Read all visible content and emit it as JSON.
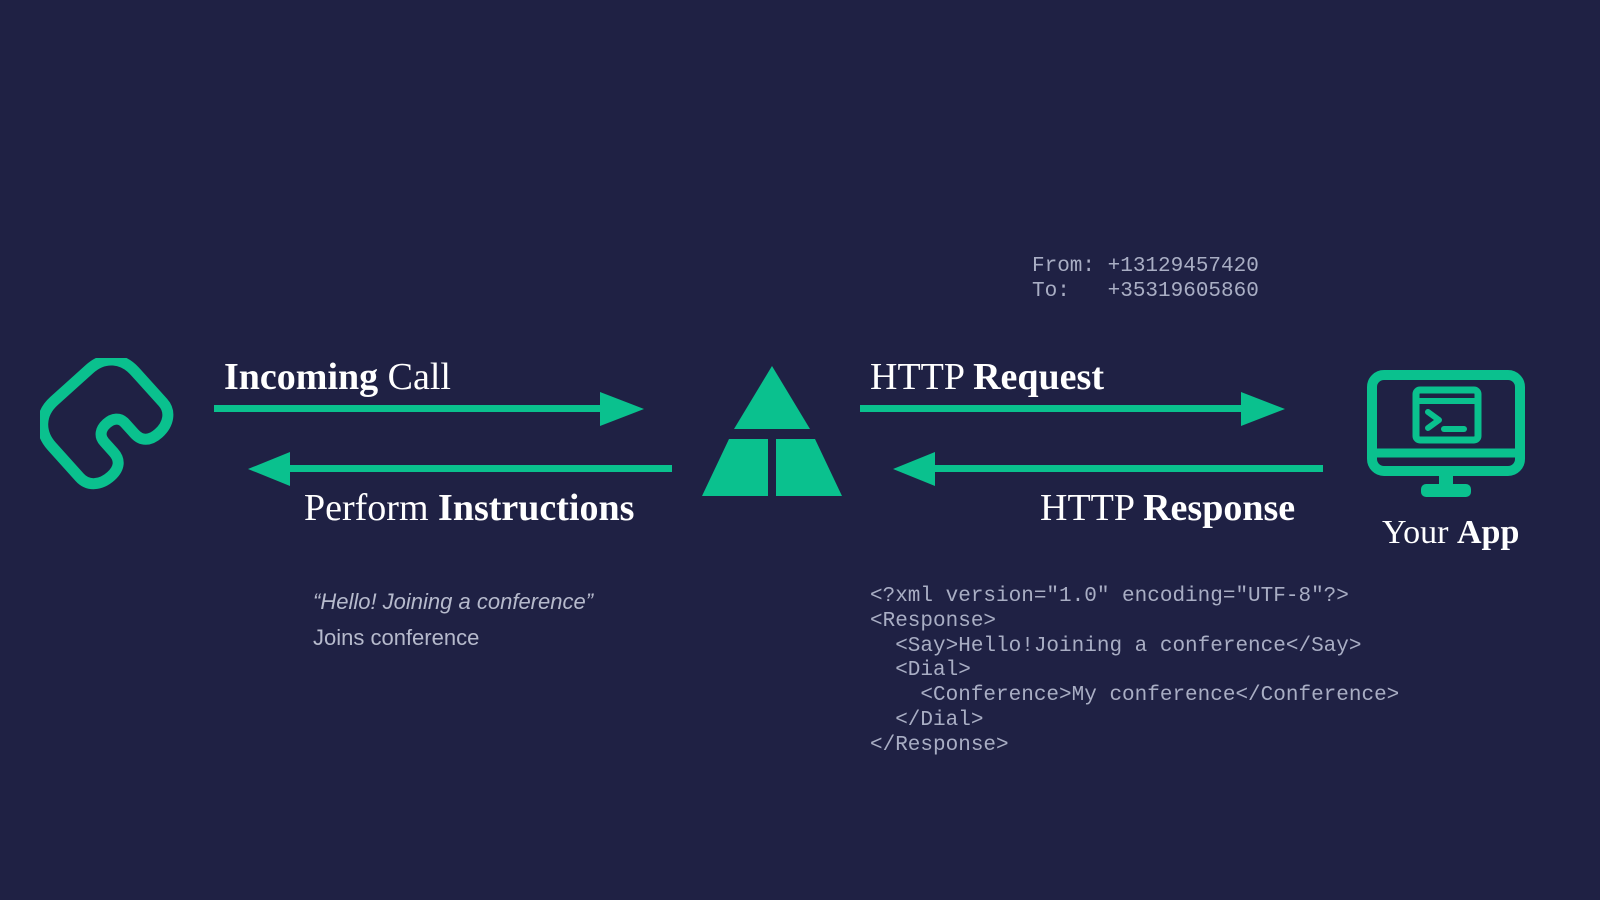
{
  "theme": {
    "background": "#1f2144",
    "accent_green": "#0ac18e",
    "text_white": "#ffffff",
    "text_muted": "#a9aec4"
  },
  "call_metadata": {
    "from_line": "From: +13129457420",
    "to_line": "To:   +35319605860",
    "from_label": "From:",
    "from_number": "+13129457420",
    "to_label": "To:",
    "to_number": "+35319605860"
  },
  "flow": {
    "left_icon_name": "phone-handset-icon",
    "center_icon_name": "twilio-logo-icon",
    "right_icon_name": "monitor-terminal-icon",
    "right_icon_label_regular": "Your ",
    "right_icon_label_bold": "App",
    "arrows": [
      {
        "id": "incoming-call",
        "label_bold": "Incoming",
        "label_regular": " Call",
        "direction": "right"
      },
      {
        "id": "perform-instructions",
        "label_regular": "Perform ",
        "label_bold": "Instructions",
        "direction": "left"
      },
      {
        "id": "http-request",
        "label_regular": "HTTP ",
        "label_bold": "Request",
        "direction": "right"
      },
      {
        "id": "http-response",
        "label_regular": "HTTP ",
        "label_bold": "Response",
        "direction": "left"
      }
    ]
  },
  "call_actions": {
    "spoken_text": "“Hello! Joining a conference”",
    "action_text": "Joins conference"
  },
  "twiml": {
    "code": "<?xml version=\"1.0\" encoding=\"UTF-8\"?>\n<Response>\n  <Say>Hello!Joining a conference</Say>\n  <Dial>\n    <Conference>My conference</Conference>\n  </Dial>\n</Response>",
    "lines": [
      "<?xml version=\"1.0\" encoding=\"UTF-8\"?>",
      "<Response>",
      "  <Say>Hello!Joining a conference</Say>",
      "  <Dial>",
      "    <Conference>My conference</Conference>",
      "  </Dial>",
      "</Response>"
    ]
  }
}
